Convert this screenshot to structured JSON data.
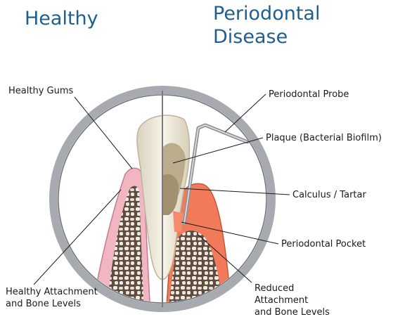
{
  "headings": {
    "healthy": "Healthy",
    "disease_line1": "Periodontal",
    "disease_line2": "Disease"
  },
  "labels": {
    "healthy_gums": "Healthy Gums",
    "healthy_attachment_line1": "Healthy Attachment",
    "healthy_attachment_line2": "and Bone Levels",
    "periodontal_probe": "Periodontal Probe",
    "plaque": "Plaque (Bacterial Biofilm)",
    "calculus": "Calculus / Tartar",
    "periodontal_pocket": "Periodontal Pocket",
    "reduced_line1": "Reduced",
    "reduced_line2": "Attachment",
    "reduced_line3": "and Bone Levels"
  },
  "colors": {
    "heading": "#1f5f8f",
    "ring": "#9a9ea3",
    "gum_healthy": "#f2b6c3",
    "gum_inflamed": "#f07a5a",
    "bone": "#7a6655",
    "tooth": "#f4efe2",
    "plaque": "#b8a989"
  }
}
